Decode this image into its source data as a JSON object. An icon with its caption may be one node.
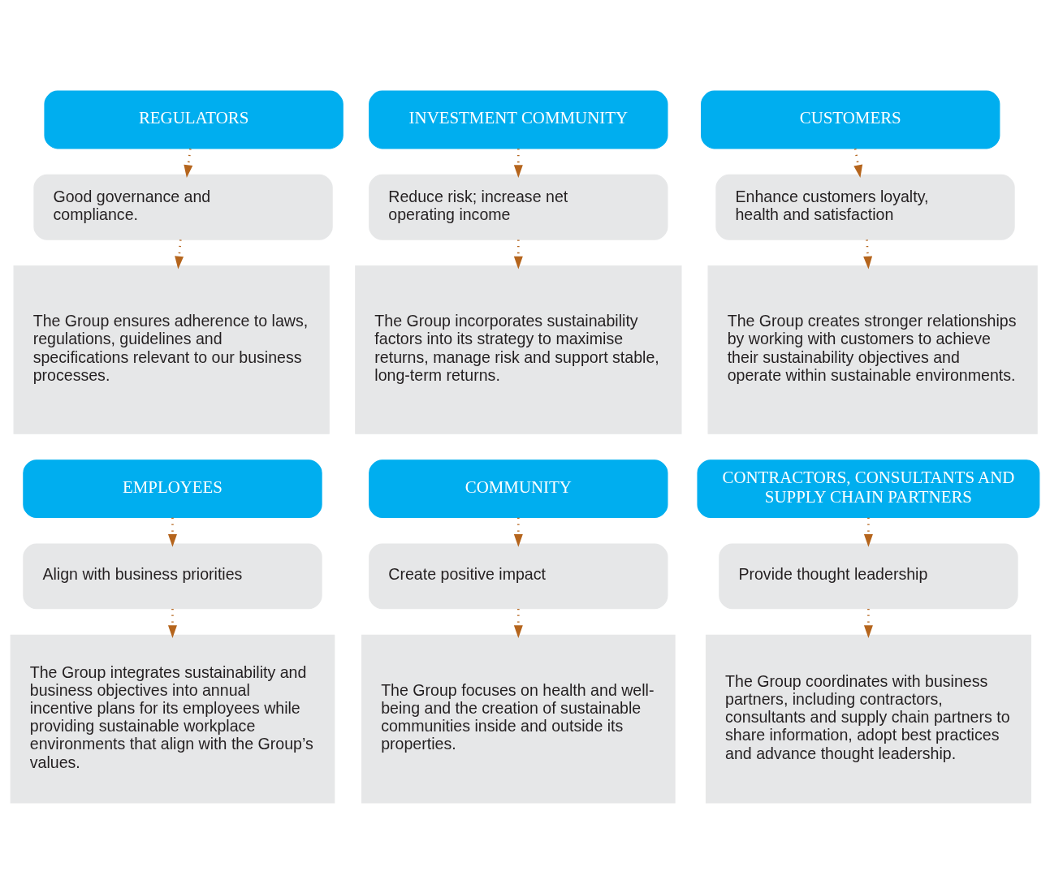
{
  "diagram": {
    "nodes": [
      {
        "text": [
          "REGULATORS"
        ]
      },
      {
        "text": [
          "Good governance and compliance."
        ]
      },
      {
        "text": [
          "The Group ensures adherence to laws, regulations, guidelines and specifications relevant to our business processes."
        ]
      },
      {
        "text": [
          "INVESTMENT COMMUNITY"
        ]
      },
      {
        "text": [
          "Reduce risk; increase net operating income"
        ]
      },
      {
        "text": [
          "The Group incorporates sustainability factors into its strategy to maximise returns, manage risk and support stable, long-term returns."
        ]
      },
      {
        "text": [
          "CUSTOMERS"
        ]
      },
      {
        "text": [
          "Enhance customers loyalty, health and satisfaction"
        ]
      },
      {
        "text": [
          "The Group creates stronger relationships by working with customers to achieve their sustainability objectives and operate within sustainable environments."
        ]
      },
      {
        "text": [
          "EMPLOYEES"
        ]
      },
      {
        "text": [
          "Align with business priorities"
        ]
      },
      {
        "text": [
          "The Group integrates sustainability and business objectives into annual incentive plans for its employees while providing sustainable workplace environments that align with the Group’s values."
        ]
      },
      {
        "text": [
          "COMMUNITY"
        ]
      },
      {
        "text": [
          "Create positive impact"
        ]
      },
      {
        "text": [
          "The Group focuses on health and well-being and the creation of sustainable communities inside and outside its properties."
        ]
      },
      {
        "text": [
          "CONTRACTORS, CONSULTANTS AND SUPPLY CHAIN PARTNERS"
        ]
      },
      {
        "text": [
          "Provide thought leadership"
        ]
      },
      {
        "text": [
          "The Group coordinates with business partners, including contractors, consultants and supply chain partners to share information, adopt best practices and advance thought leadership."
        ]
      }
    ],
    "edges": [
      {
        "from": 0,
        "to": 1,
        "arrow": "to",
        "style": "dashed"
      },
      {
        "from": 1,
        "to": 2,
        "arrow": "to",
        "style": "dashed"
      },
      {
        "from": 3,
        "to": 4,
        "arrow": "to",
        "style": "dashed"
      },
      {
        "from": 4,
        "to": 5,
        "arrow": "to",
        "style": "dashed"
      },
      {
        "from": 6,
        "to": 7,
        "arrow": "to",
        "style": "dashed"
      },
      {
        "from": 7,
        "to": 8,
        "arrow": "to",
        "style": "dashed"
      },
      {
        "from": 9,
        "to": 10,
        "arrow": "to",
        "style": "dashed"
      },
      {
        "from": 10,
        "to": 11,
        "arrow": "to",
        "style": "dashed"
      },
      {
        "from": 12,
        "to": 13,
        "arrow": "to",
        "style": "dashed"
      },
      {
        "from": 13,
        "to": 14,
        "arrow": "to",
        "style": "dashed"
      },
      {
        "from": 15,
        "to": 16,
        "arrow": "to",
        "style": "dashed"
      },
      {
        "from": 16,
        "to": 17,
        "arrow": "to",
        "style": "dashed"
      }
    ]
  }
}
